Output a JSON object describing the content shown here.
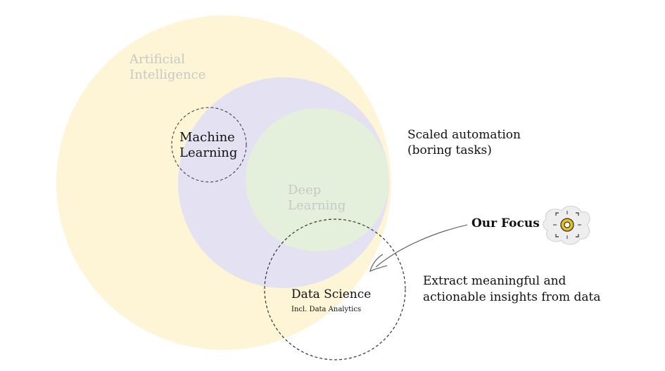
{
  "diagram": {
    "ai_label_line1": "Artificial",
    "ai_label_line2": "Intelligence",
    "ml_label_line1": "Machine",
    "ml_label_line2": "Learning",
    "dl_label_line1": "Deep",
    "dl_label_line2": "Learning",
    "ds_label": "Data Science",
    "ds_sublabel": "Incl. Data Analytics",
    "scaled_line1": "Scaled automation",
    "scaled_line2": "(boring tasks)",
    "focus_label": "Our Focus",
    "insight_line1": "Extract meaningful and",
    "insight_line2": "actionable insights from data",
    "icon": "focus-target-icon"
  },
  "colors": {
    "ai_fill": "#fdf5d6",
    "ml_dl_fill": "#e4e1f2",
    "dl_fill": "#e5f0dc",
    "faded_text": "#c8c8c8",
    "text": "#111111",
    "icon_accent": "#e8c21c"
  }
}
